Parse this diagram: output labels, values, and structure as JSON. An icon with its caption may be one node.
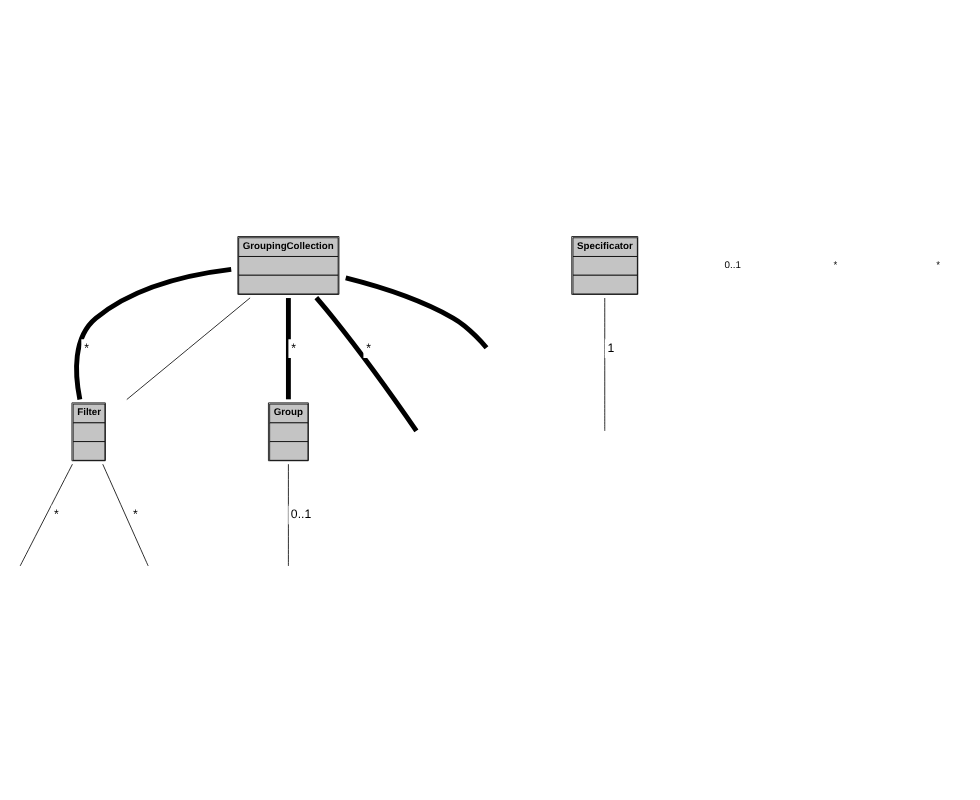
{
  "diagram": {
    "nodes": [
      {
        "text": [
          "GroupingCollection"
        ]
      },
      {
        "text": [
          "Specificator"
        ]
      },
      {
        "text": [
          "Filter"
        ]
      },
      {
        "text": [
          "Group"
        ]
      }
    ],
    "edges": [
      {
        "from": 0,
        "to": null,
        "arrow": "none",
        "style": "thick",
        "label": "*"
      },
      {
        "from": 0,
        "to": 2,
        "arrow": "none",
        "style": "thick",
        "label": "*"
      },
      {
        "from": 0,
        "to": 3,
        "arrow": "none",
        "style": "thick",
        "label": "*"
      },
      {
        "from": 0,
        "to": null,
        "arrow": "none",
        "style": "thick"
      },
      {
        "from": 0,
        "to": 2,
        "arrow": "none"
      },
      {
        "from": 1,
        "to": null,
        "arrow": "none",
        "label": "1"
      },
      {
        "from": 2,
        "to": null,
        "arrow": "none",
        "label": "*"
      },
      {
        "from": 2,
        "to": null,
        "arrow": "none",
        "label": "*"
      },
      {
        "from": 3,
        "to": null,
        "arrow": "none",
        "label": "0..1"
      }
    ],
    "labels": [
      "0..1",
      "*",
      "*"
    ]
  }
}
